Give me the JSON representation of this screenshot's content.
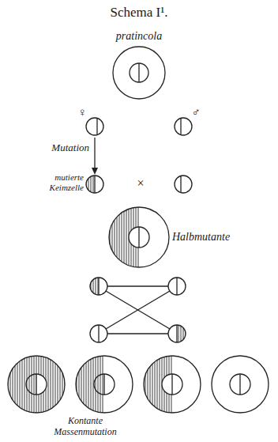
{
  "diagram": {
    "title": "Schema I¹.",
    "labels": [
      "pratincola",
      "♀",
      "♂",
      "Mutation",
      "mutierte Keimzelle",
      "×",
      "Halbmutante",
      "Kontante Massenmutation"
    ]
  }
}
